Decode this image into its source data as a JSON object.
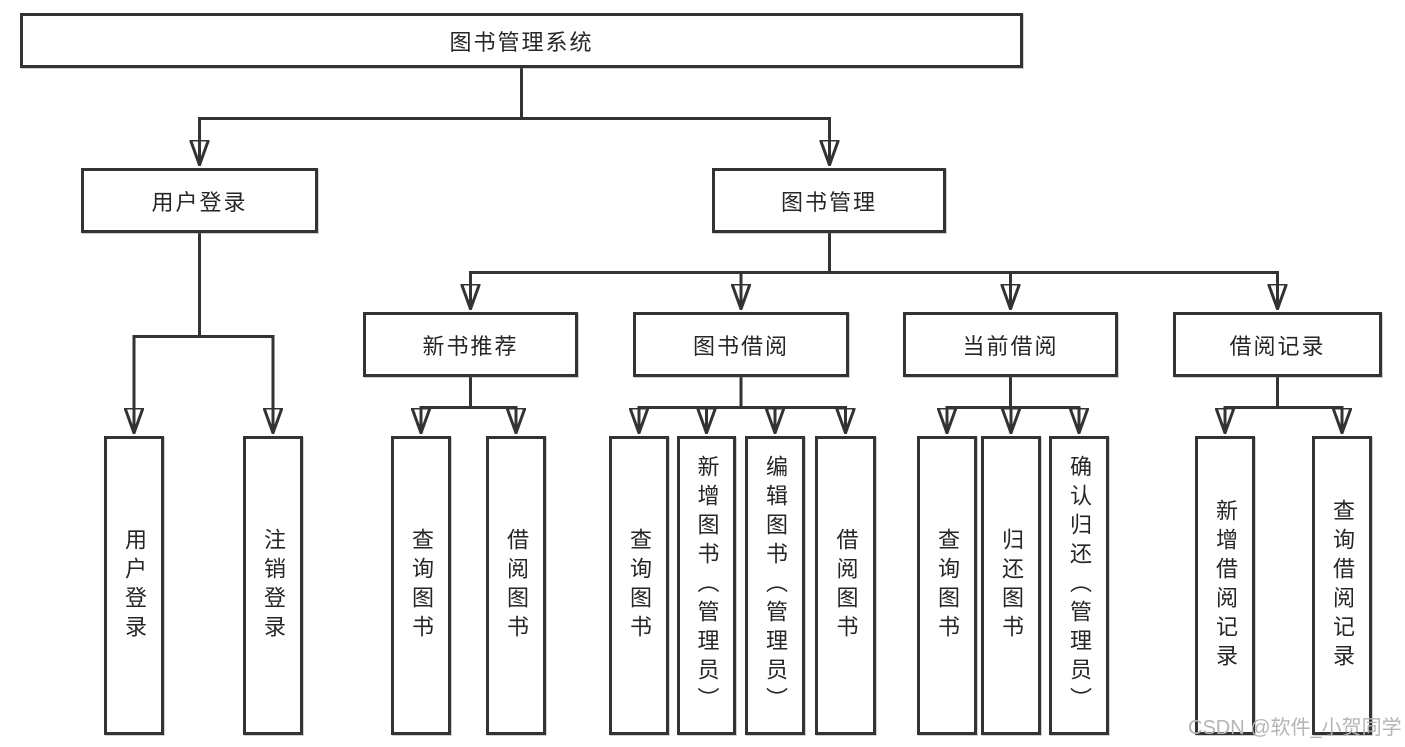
{
  "colors": {
    "line": "#333333",
    "text": "#262626",
    "box_background": "#ffffff",
    "watermark": "#b5b5b5"
  },
  "watermark": "CSDN @软件_小贺同学",
  "tree": {
    "root": "图书管理系统",
    "branches": [
      {
        "label": "用户登录",
        "leaves": [
          "用户登录",
          "注销登录"
        ]
      },
      {
        "label": "图书管理",
        "groups": [
          {
            "label": "新书推荐",
            "leaves": [
              "查询图书",
              "借阅图书"
            ]
          },
          {
            "label": "图书借阅",
            "leaves": [
              "查询图书",
              "新增图书（管理员）",
              "编辑图书（管理员）",
              "借阅图书"
            ]
          },
          {
            "label": "当前借阅",
            "leaves": [
              "查询图书",
              "归还图书",
              "确认归还（管理员）"
            ]
          },
          {
            "label": "借阅记录",
            "leaves": [
              "新增借阅记录",
              "查询借阅记录"
            ]
          }
        ]
      }
    ]
  }
}
